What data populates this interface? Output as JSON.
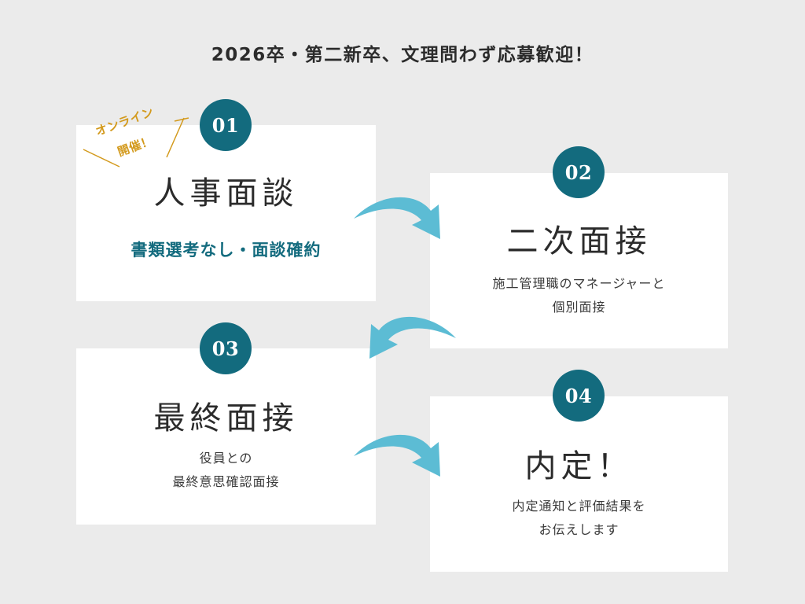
{
  "headline": "2026卒・第二新卒、文理問わず応募歓迎！",
  "colors": {
    "background": "#ebebeb",
    "card": "#ffffff",
    "accent_teal": "#136b7e",
    "arrow": "#5cbcd4",
    "online_gold": "#d39a1d"
  },
  "online_tag": {
    "line1": "オンライン",
    "line2": "開催！"
  },
  "steps": [
    {
      "number": "01",
      "title": "人事面談",
      "subtitle": "書類選考なし・面談確約"
    },
    {
      "number": "02",
      "title": "二次面接",
      "desc_line1": "施工管理職のマネージャーと",
      "desc_line2": "個別面接"
    },
    {
      "number": "03",
      "title": "最終面接",
      "desc_line1": "役員との",
      "desc_line2": "最終意思確認面接"
    },
    {
      "number": "04",
      "title": "内定！",
      "desc_line1": "内定通知と評価結果を",
      "desc_line2": "お伝えします"
    }
  ]
}
